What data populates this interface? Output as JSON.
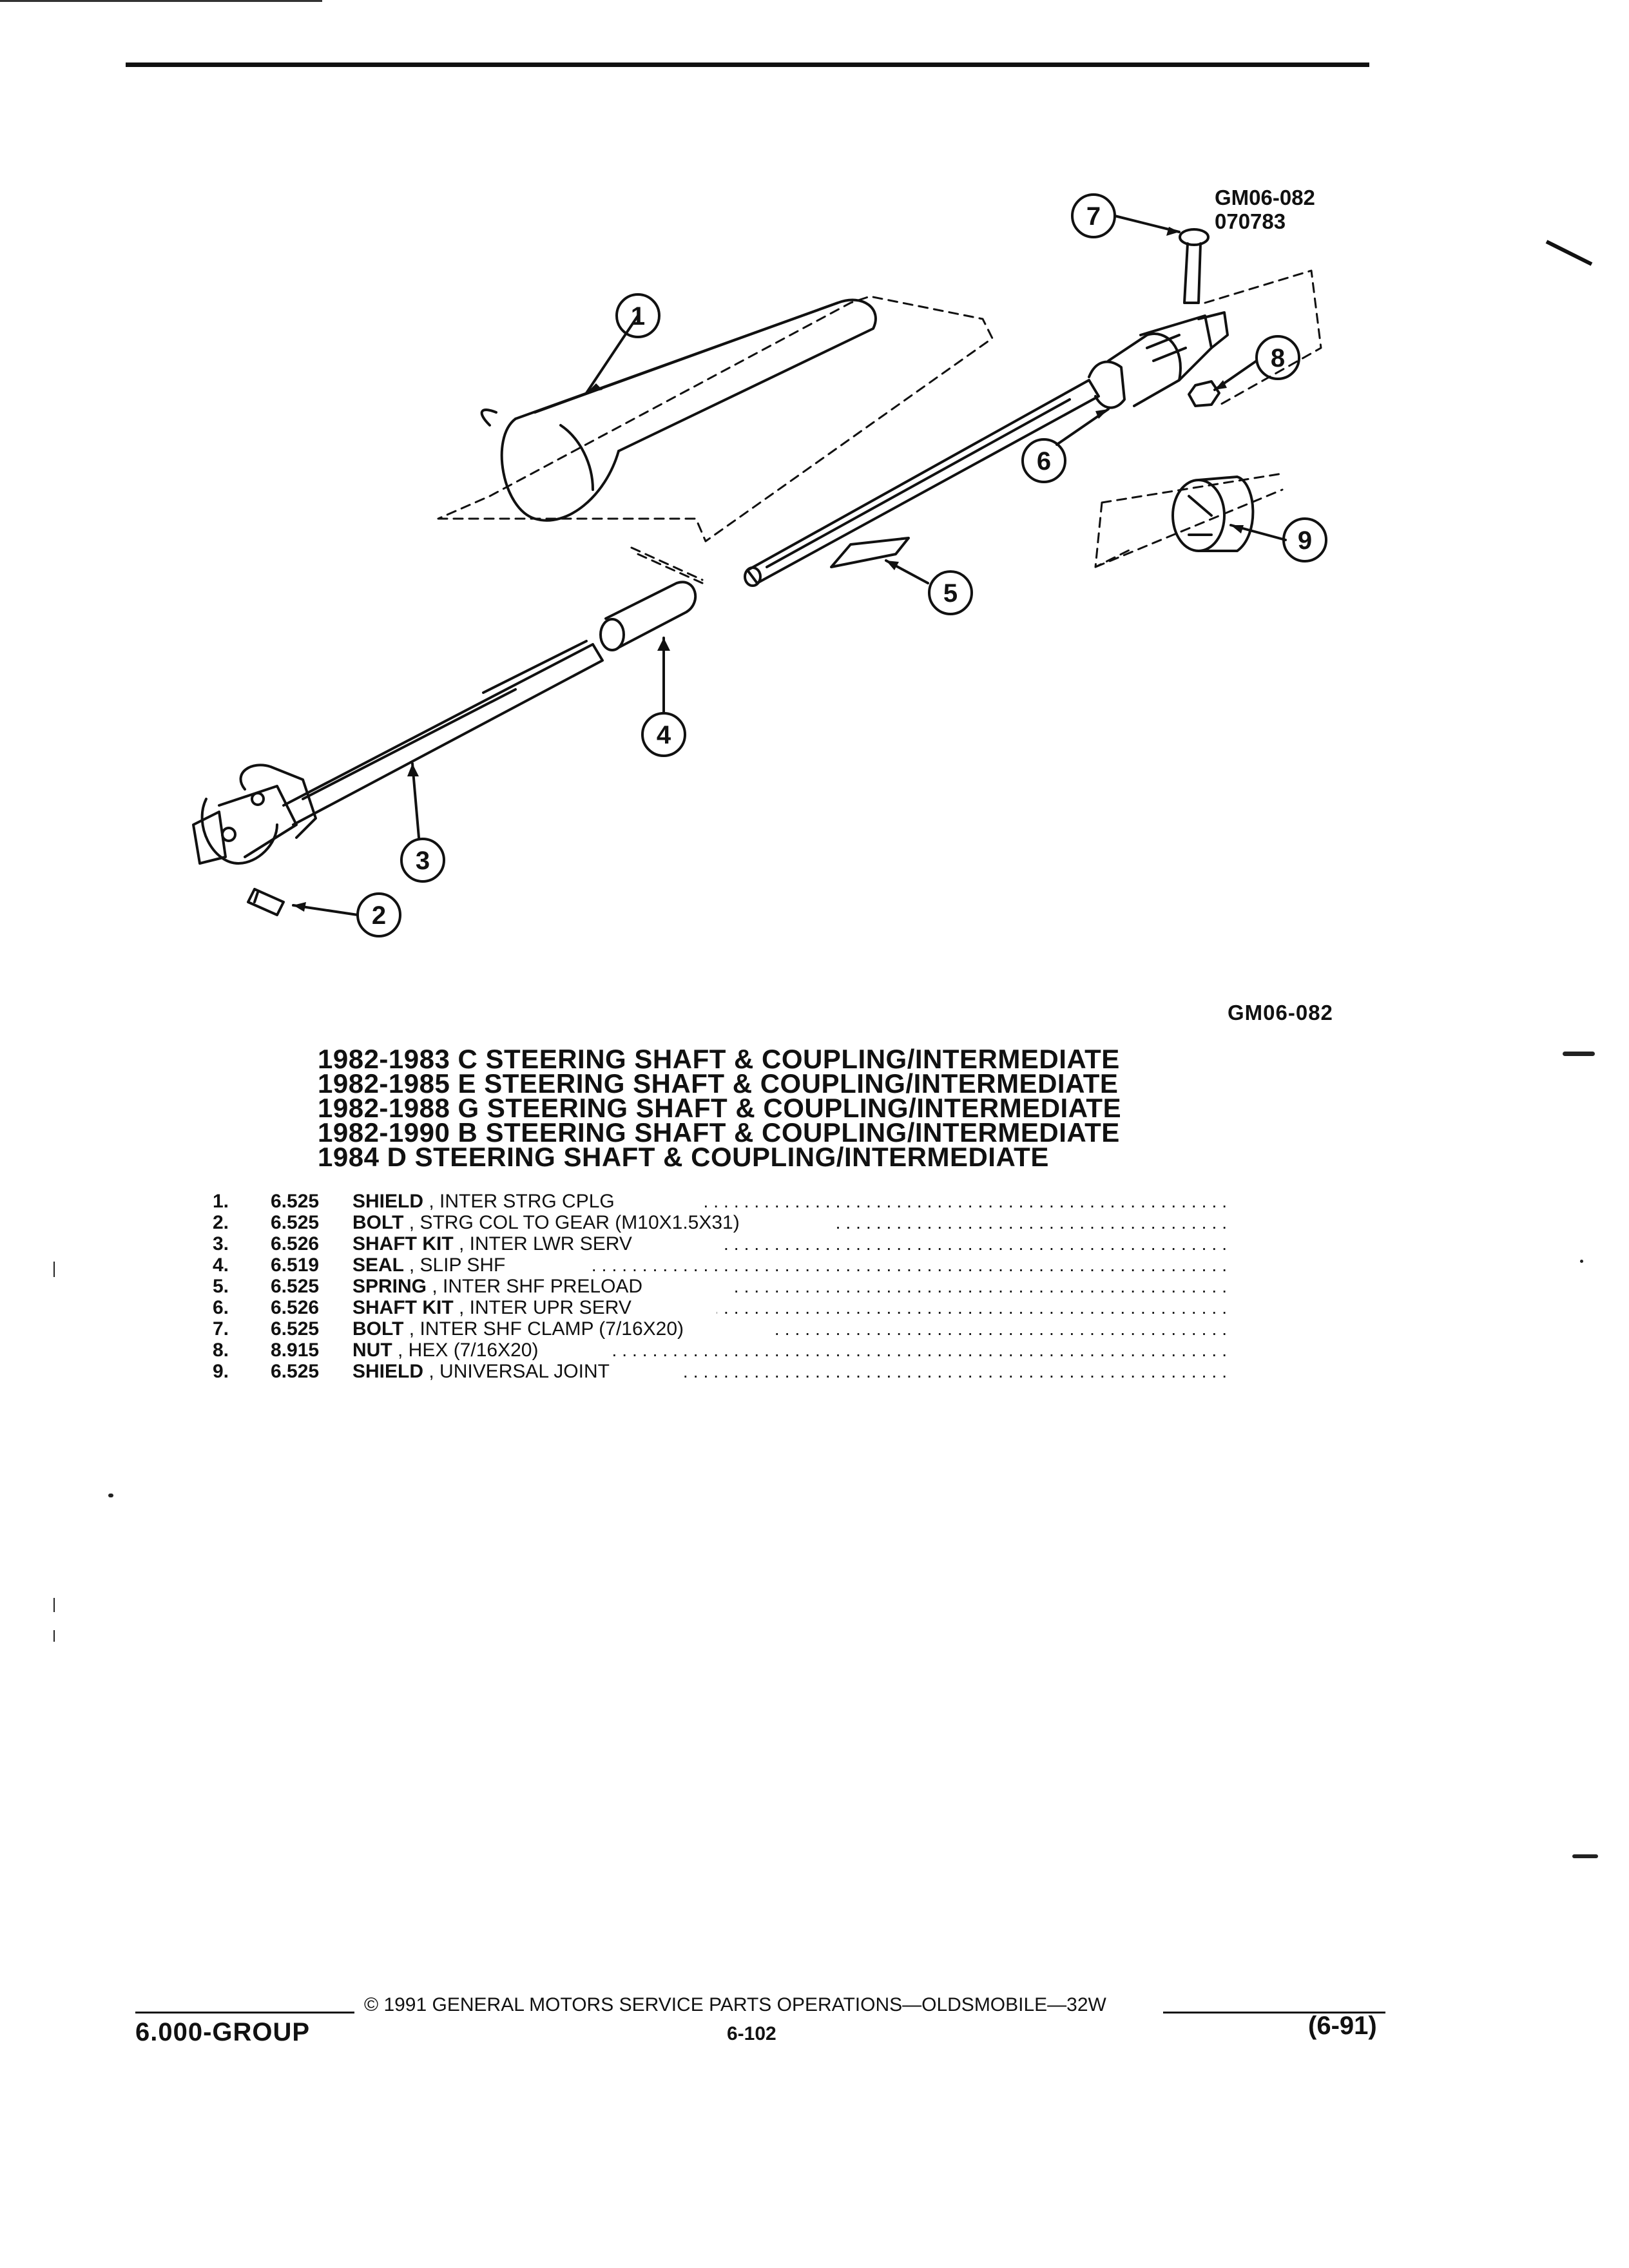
{
  "diagram": {
    "figure_id": "GM06-082",
    "figure_date": "070783",
    "callouts": [
      "1",
      "2",
      "3",
      "4",
      "5",
      "6",
      "7",
      "8",
      "9"
    ]
  },
  "figure_id_bottom": "GM06-082",
  "titles": [
    "1982-1983 C STEERING SHAFT & COUPLING/INTERMEDIATE",
    "1982-1985 E STEERING SHAFT & COUPLING/INTERMEDIATE",
    "1982-1988 G STEERING SHAFT & COUPLING/INTERMEDIATE",
    "1982-1990 B STEERING SHAFT & COUPLING/INTERMEDIATE",
    "1984 D STEERING SHAFT & COUPLING/INTERMEDIATE"
  ],
  "parts": [
    {
      "num": "1.",
      "code": "6.525",
      "name": "SHIELD",
      "desc": ", INTER STRG CPLG"
    },
    {
      "num": "2.",
      "code": "6.525",
      "name": "BOLT",
      "desc": ", STRG COL TO GEAR (M10X1.5X31)"
    },
    {
      "num": "3.",
      "code": "6.526",
      "name": "SHAFT KIT",
      "desc": ", INTER LWR SERV"
    },
    {
      "num": "4.",
      "code": "6.519",
      "name": "SEAL",
      "desc": ", SLIP SHF"
    },
    {
      "num": "5.",
      "code": "6.525",
      "name": "SPRING",
      "desc": ", INTER SHF PRELOAD"
    },
    {
      "num": "6.",
      "code": "6.526",
      "name": "SHAFT KIT",
      "desc": ", INTER UPR SERV"
    },
    {
      "num": "7.",
      "code": "6.525",
      "name": "BOLT",
      "desc": ", INTER SHF CLAMP (7/16X20)"
    },
    {
      "num": "8.",
      "code": "8.915",
      "name": "NUT",
      "desc": ", HEX (7/16X20)"
    },
    {
      "num": "9.",
      "code": "6.525",
      "name": "SHIELD",
      "desc": ", UNIVERSAL JOINT"
    }
  ],
  "footer": {
    "copyright": "© 1991 GENERAL MOTORS SERVICE PARTS OPERATIONS—OLDSMOBILE—32W",
    "group": "6.000-GROUP",
    "page": "6-102",
    "date": "(6-91)"
  }
}
